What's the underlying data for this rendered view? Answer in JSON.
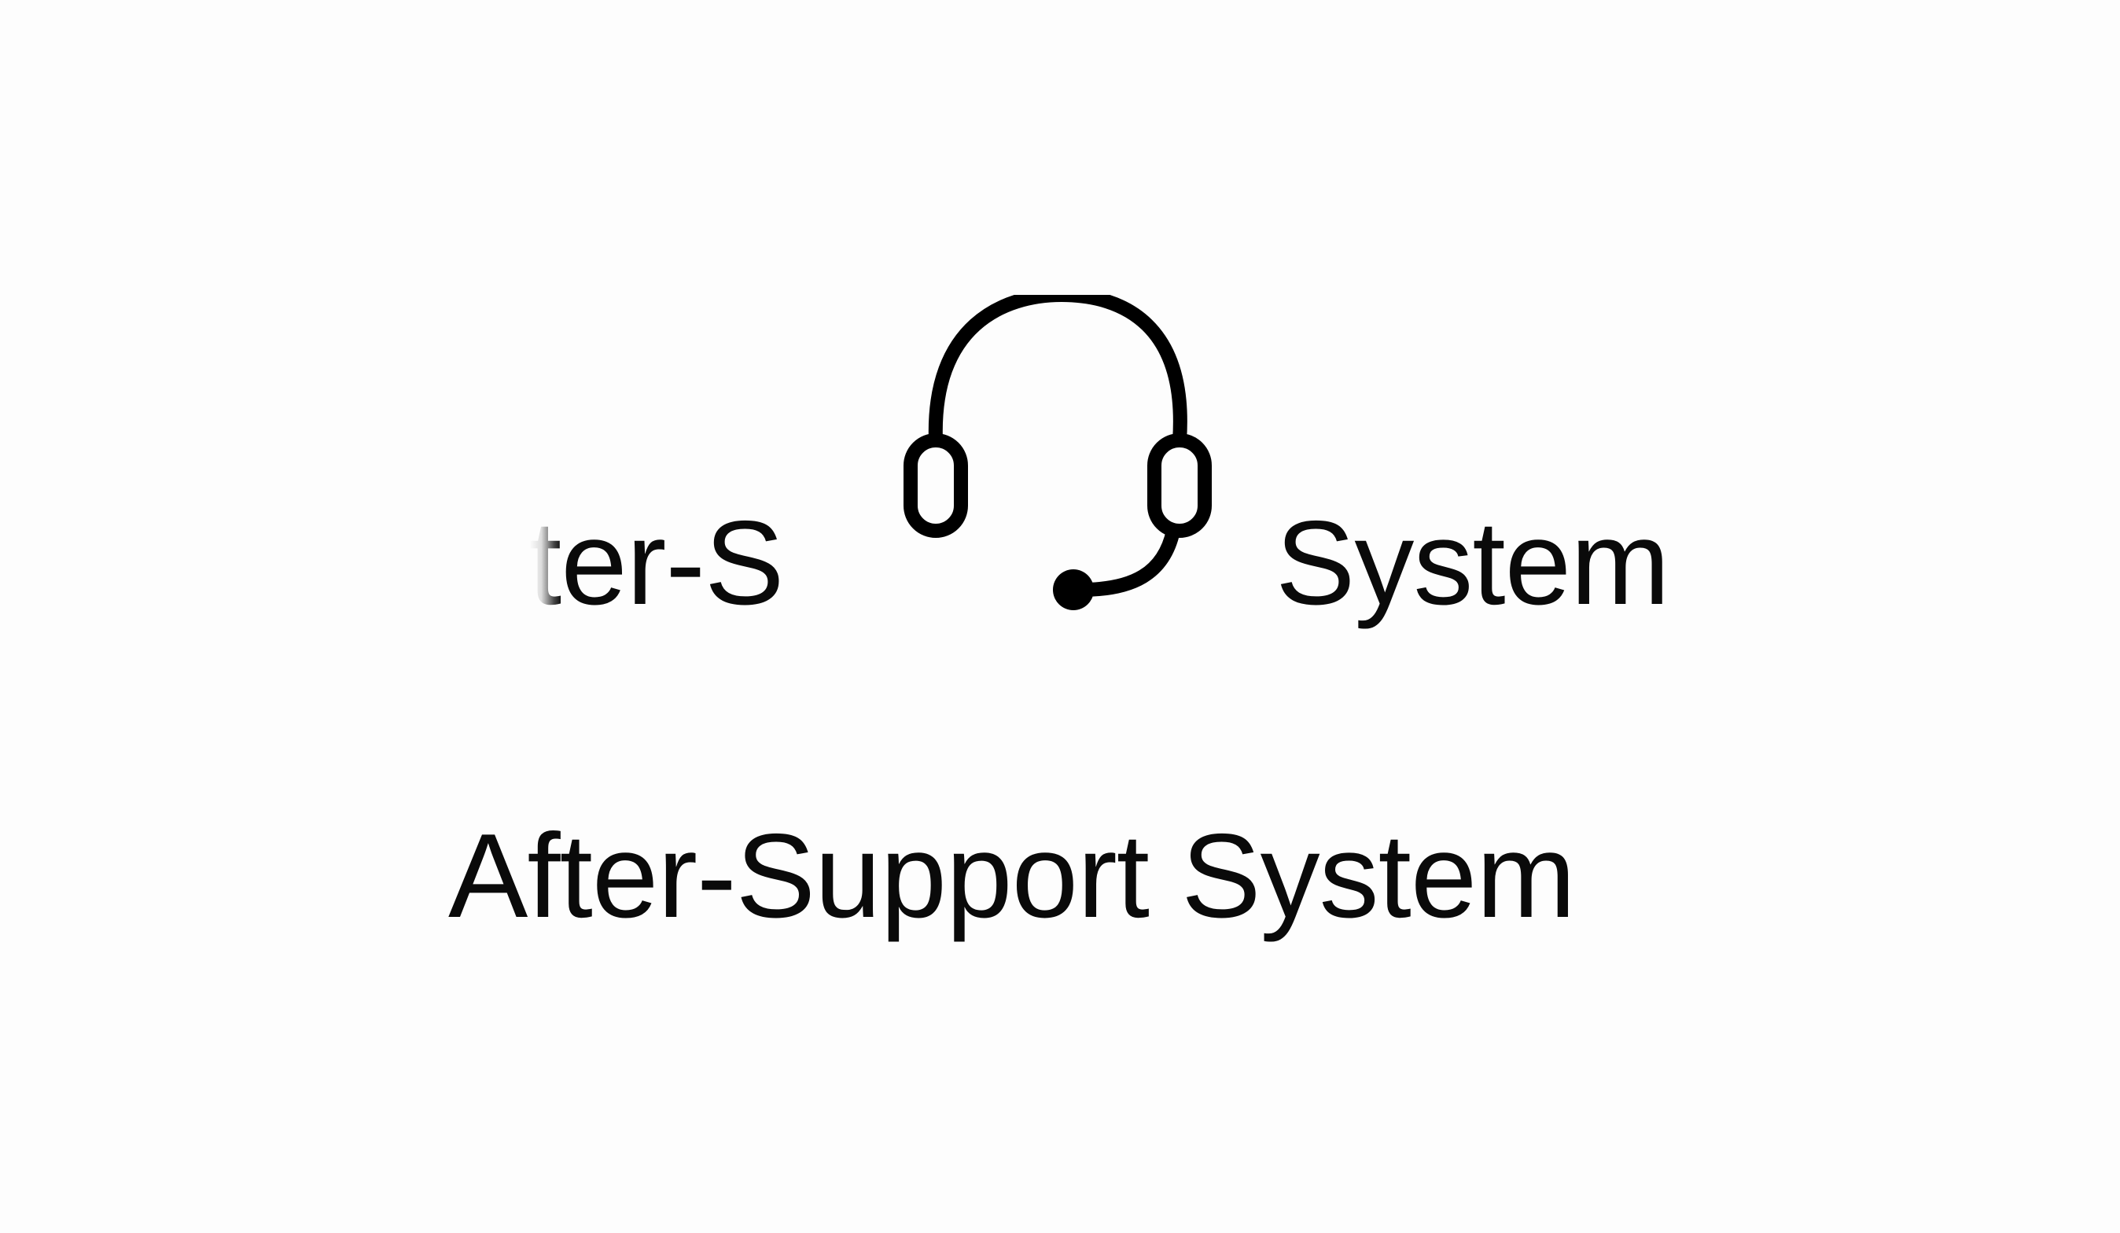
{
  "logo_top": {
    "fragment_first_char": "t",
    "fragment_rest": "er-S",
    "right_word": "System",
    "icon": "headset-icon"
  },
  "title": "After-Support System"
}
